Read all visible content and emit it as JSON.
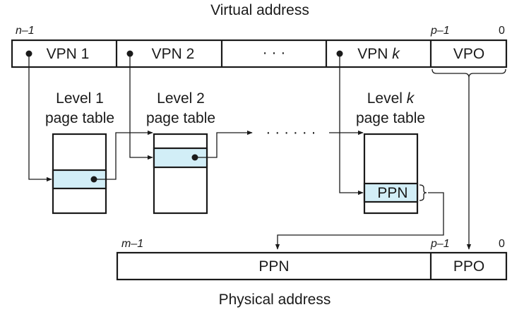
{
  "virtual_address": {
    "title": "Virtual address",
    "bit_labels": {
      "left": "n–1",
      "mid": "p–1",
      "right": "0"
    },
    "fields": {
      "vpn1": "VPN 1",
      "vpn2": "VPN 2",
      "ellipsis": "· · ·",
      "vpnk_prefix": "VPN ",
      "vpnk_var": "k",
      "vpo": "VPO"
    }
  },
  "page_tables": {
    "level1": {
      "line1": "Level 1",
      "line2": "page table"
    },
    "level2": {
      "line1": "Level 2",
      "line2": "page table"
    },
    "levelk": {
      "line1_prefix": "Level ",
      "line1_var": "k",
      "line2": "page table"
    },
    "ellipsis": "· · ·   · · ·",
    "ppn_entry": "PPN"
  },
  "physical_address": {
    "title": "Physical address",
    "bit_labels": {
      "left": "m–1",
      "mid": "p–1",
      "right": "0"
    },
    "fields": {
      "ppn": "PPN",
      "ppo": "PPO"
    }
  },
  "colors": {
    "entry_fill": "#d2eef7",
    "stroke": "#1a1a1a"
  }
}
